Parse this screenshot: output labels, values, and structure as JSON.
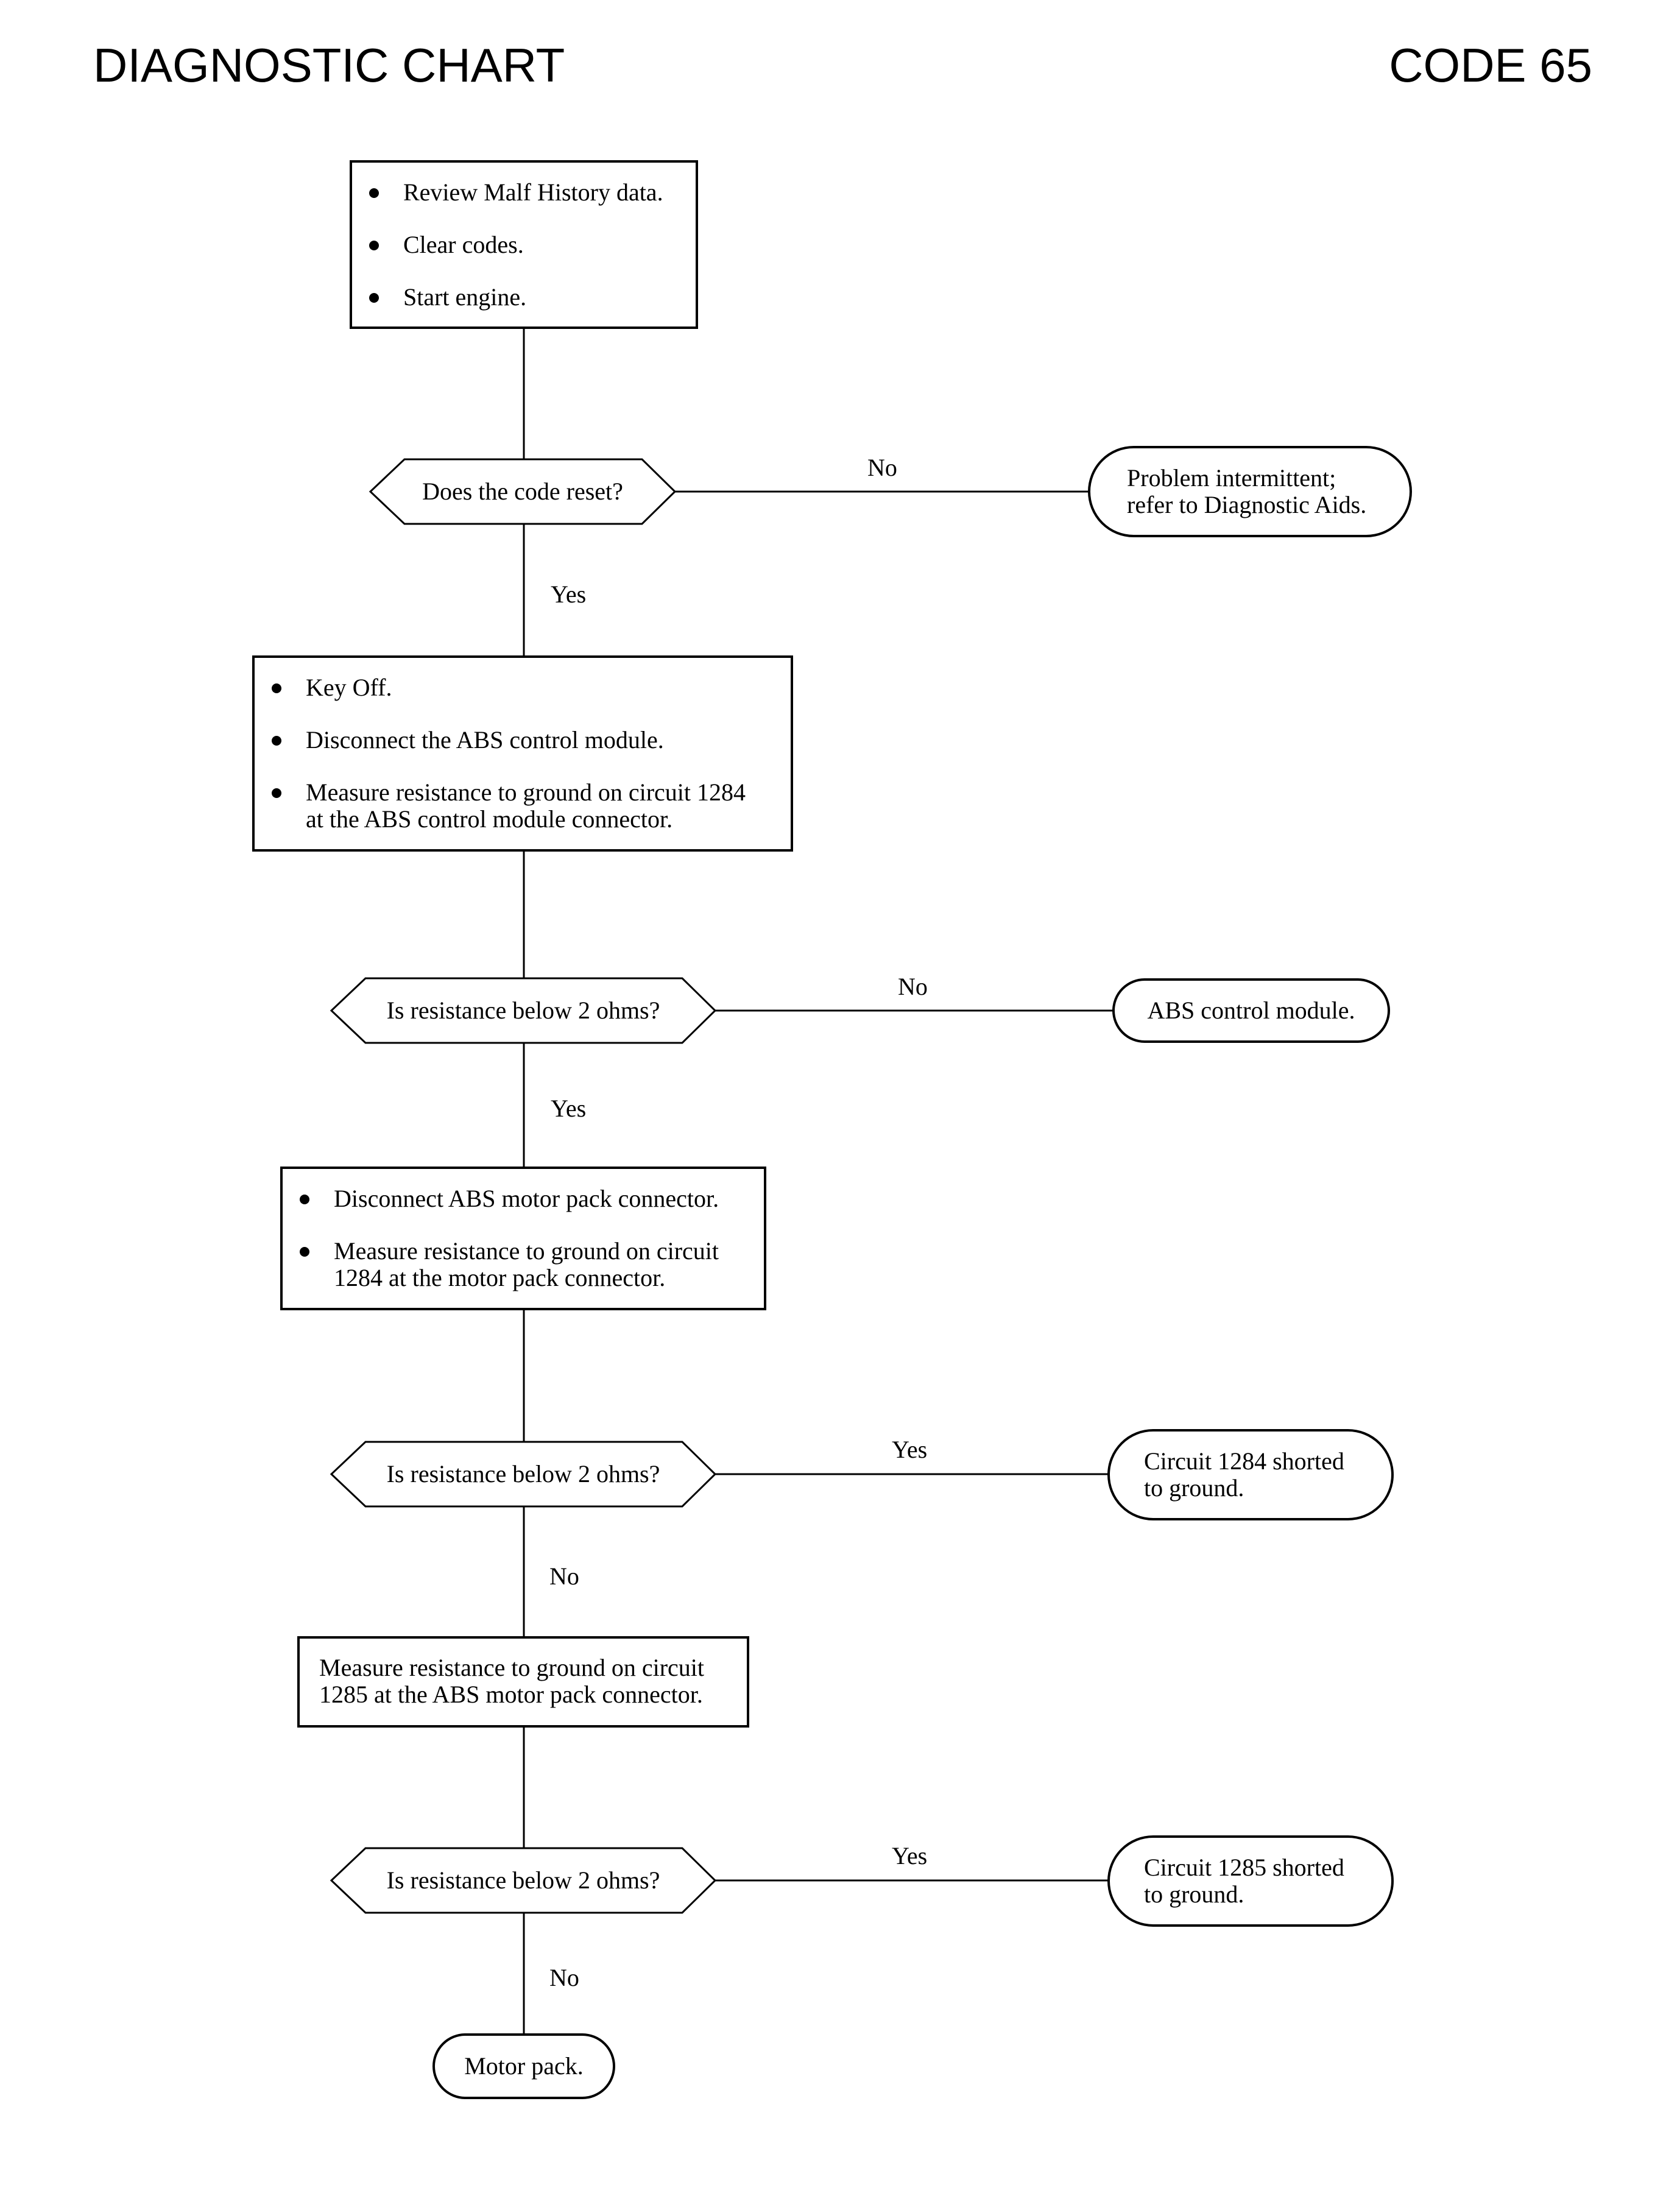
{
  "header": {
    "title": "DIAGNOSTIC CHART",
    "code": "CODE 65"
  },
  "steps": {
    "step1": [
      "Review Malf History data.",
      "Clear codes.",
      "Start engine."
    ],
    "step2": [
      "Key Off.",
      "Disconnect the ABS control module.",
      "Measure resistance to ground on circuit 1284\nat the ABS control module connector."
    ],
    "step3": [
      "Disconnect ABS motor pack connector.",
      "Measure resistance to ground on circuit\n1284 at the motor pack connector."
    ],
    "step4": "Measure resistance to ground on circuit\n1285 at the ABS motor pack connector."
  },
  "decisions": {
    "d1": "Does the code reset?",
    "d2": "Is resistance below 2 ohms?",
    "d3": "Is resistance below 2 ohms?",
    "d4": "Is resistance below 2 ohms?"
  },
  "outcomes": {
    "o1": "Problem intermittent;\nrefer to Diagnostic Aids.",
    "o2": "ABS control module.",
    "o3": "Circuit 1284 shorted\nto ground.",
    "o4": "Circuit 1285 shorted\nto ground.",
    "o5": "Motor pack."
  },
  "labels": {
    "d1_no": "No",
    "d1_yes": "Yes",
    "d2_no": "No",
    "d2_yes": "Yes",
    "d3_yes": "Yes",
    "d3_no": "No",
    "d4_yes": "Yes",
    "d4_no": "No"
  }
}
